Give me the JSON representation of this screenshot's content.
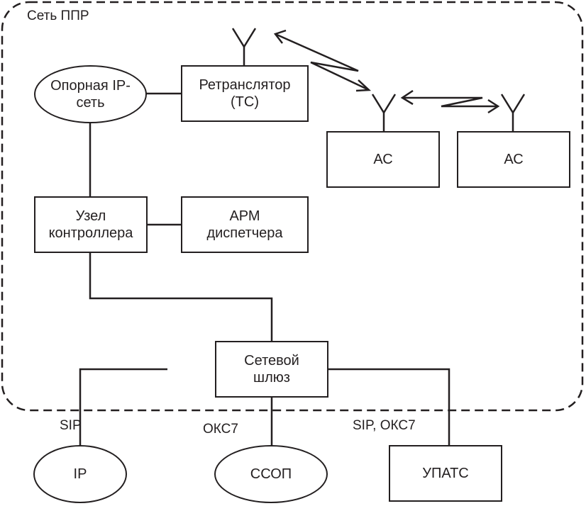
{
  "diagram": {
    "boundary_label": "Сеть ППР",
    "nodes": {
      "ip_core": "Опорная IP-\nсеть",
      "repeater": "Ретранслятор\n(ТС)",
      "ac1": "АС",
      "ac2": "АС",
      "controller": "Узел\nконтроллера",
      "dispatcher": "АРМ\nдиспетчера",
      "gateway": "Сетевой\nшлюз",
      "ip": "IP",
      "pstn": "ССОП",
      "pbx": "УПАТС"
    },
    "links": {
      "sip": "SIP",
      "oks7": "ОКС7",
      "sip_oks7": "SIP, ОКС7"
    },
    "colors": {
      "stroke": "#231f20",
      "background": "#ffffff"
    }
  }
}
